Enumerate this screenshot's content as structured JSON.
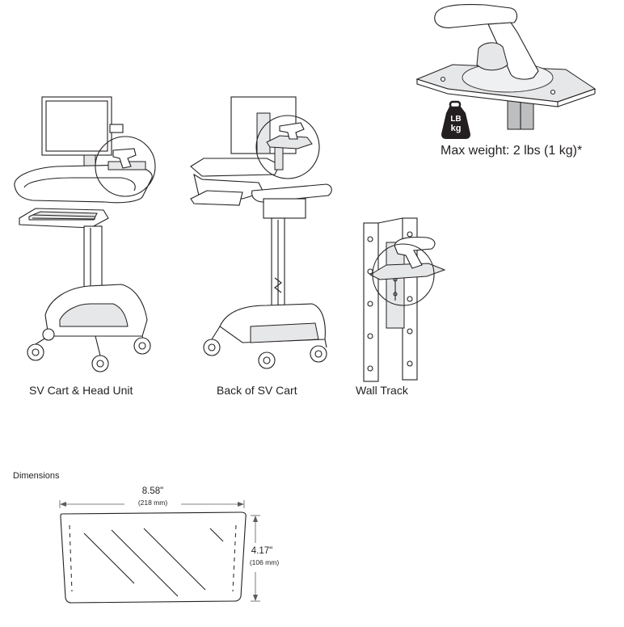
{
  "product_views": [
    {
      "id": "sv-cart-head-unit",
      "caption": "SV Cart & Head Unit"
    },
    {
      "id": "back-of-sv-cart",
      "caption": "Back of SV Cart"
    },
    {
      "id": "wall-track",
      "caption": "Wall Track"
    }
  ],
  "weight": {
    "icon_top": "LB",
    "icon_bottom": "kg",
    "label": "Max weight: 2 lbs (1 kg)*"
  },
  "dimensions": {
    "title": "Dimensions",
    "width_in": "8.58\"",
    "width_mm": "(218 mm)",
    "height_in": "4.17\"",
    "height_mm": "(106 mm)"
  },
  "colors": {
    "line": "#231f20",
    "fill_light": "#e6e7e8",
    "fill_dark": "#bcbec0",
    "weight_icon": "#231f20"
  }
}
